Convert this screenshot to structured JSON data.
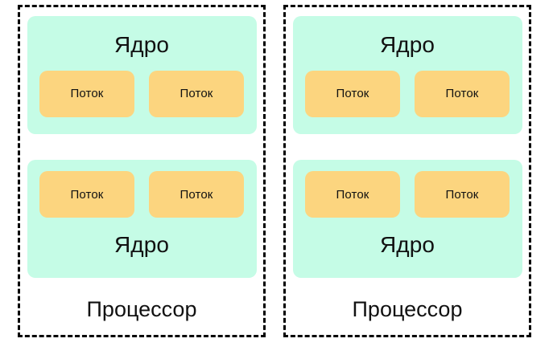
{
  "diagram": {
    "title_visible": false,
    "colors": {
      "core_fill": "#c5fce6",
      "thread_fill": "#fcd57f",
      "border": "#000000",
      "text": "#111111",
      "background": "#ffffff"
    },
    "processors": [
      {
        "label": "Процессор",
        "cores": [
          {
            "label": "Ядро",
            "label_position": "top",
            "threads": [
              {
                "label": "Поток"
              },
              {
                "label": "Поток"
              }
            ]
          },
          {
            "label": "Ядро",
            "label_position": "bottom",
            "threads": [
              {
                "label": "Поток"
              },
              {
                "label": "Поток"
              }
            ]
          }
        ]
      },
      {
        "label": "Процессор",
        "cores": [
          {
            "label": "Ядро",
            "label_position": "top",
            "threads": [
              {
                "label": "Поток"
              },
              {
                "label": "Поток"
              }
            ]
          },
          {
            "label": "Ядро",
            "label_position": "bottom",
            "threads": [
              {
                "label": "Поток"
              },
              {
                "label": "Поток"
              }
            ]
          }
        ]
      }
    ]
  }
}
